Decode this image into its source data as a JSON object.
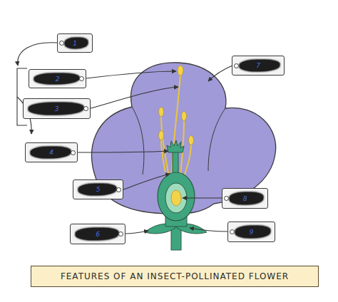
{
  "diagram": {
    "caption": "FEATURES OF AN INSECT-POLLINATED FLOWER",
    "nodes": [
      {
        "text": [
          "1"
        ]
      },
      {
        "text": [
          "7"
        ]
      },
      {
        "text": [
          "2"
        ]
      },
      {
        "text": [
          "3"
        ]
      },
      {
        "text": [
          "4"
        ]
      },
      {
        "text": [
          "5"
        ]
      },
      {
        "text": [
          "8"
        ]
      },
      {
        "text": [
          "6"
        ]
      },
      {
        "text": [
          "9"
        ]
      }
    ]
  }
}
